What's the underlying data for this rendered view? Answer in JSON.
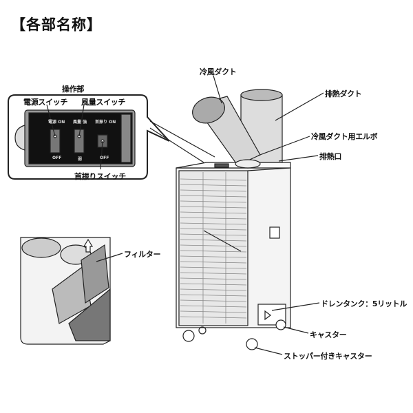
{
  "title": "【各部名称】",
  "panel": {
    "heading": "操作部",
    "power_switch": "電源スイッチ",
    "fan_switch": "風量スイッチ",
    "swing_switch": "首振りスイッチ",
    "power_on": "電源 ON",
    "power_off": "OFF",
    "fan_high": "風量 強",
    "fan_low": "弱",
    "swing_on": "首振り ON",
    "swing_off": "OFF"
  },
  "labels": {
    "cold_duct": "冷風ダクト",
    "exhaust_duct": "排熱ダクト",
    "cold_duct_elbow": "冷風ダクト用エルボ",
    "exhaust_port": "排熱口",
    "filter": "フィルター",
    "drain_tank": "ドレンタンク：5リットル",
    "caster": "キャスター",
    "stopper_caster": "ストッパー付きキャスター"
  }
}
